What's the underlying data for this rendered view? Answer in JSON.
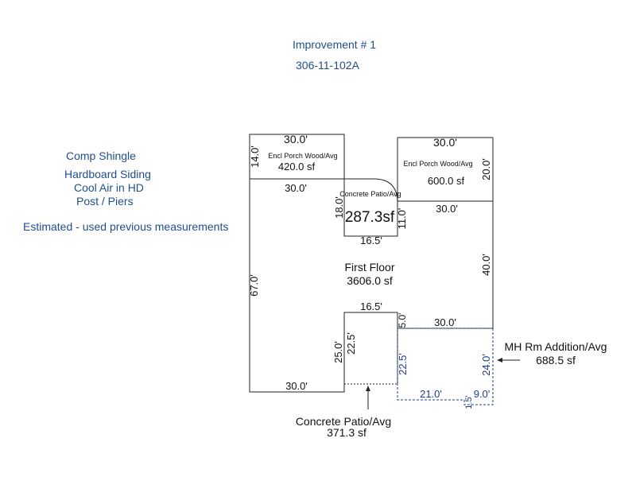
{
  "header": {
    "title": "Improvement # 1",
    "parcel_id": "306-11-102A"
  },
  "notes": {
    "roof": "Comp Shingle",
    "siding": "Hardboard Siding",
    "hvac": "Cool Air in HD",
    "foundation": "Post / Piers",
    "estimate": "Estimated - used previous measurements"
  },
  "colors": {
    "note_text": "#1f4e8c",
    "outline": "#222222",
    "mh_outline": "#1f3c88",
    "mh_dim_text": "#1f3c88"
  },
  "areas": {
    "porch_left": {
      "label": "Encl Porch Wood/Avg",
      "area": "420.0 sf",
      "dim_top": "30.0'",
      "dim_left": "14.0'",
      "dim_bottom": "30.0'"
    },
    "porch_right": {
      "label": "Encl Porch Wood/Avg",
      "area": "600.0 sf",
      "dim_top": "30.0'",
      "dim_right": "20.0'",
      "dim_bottom": "30.0'"
    },
    "patio_top": {
      "label": "Concrete Patio/Avg",
      "area": "287.3sf",
      "dim_left": "18.0'",
      "dim_right": "11.0'",
      "dim_bottom": "16.5'"
    },
    "first_floor": {
      "label": "First Floor",
      "area": "3606.0 sf",
      "dim_left": "67.0'",
      "dim_right": "40.0'",
      "dim_bottom": "30.0'",
      "dim_inner_top": "16.5'",
      "dim_inner_left": "25.0'",
      "dim_inner_right": "22.5'",
      "dim_notch": "5.0'",
      "dim_notch_bottom": "30.0'"
    },
    "mh_addition": {
      "label": "MH Rm Addition/Avg",
      "area": "688.5 sf",
      "dim_left": "22.5'",
      "dim_right": "24.0'",
      "dim_bottom_a": "21.0'",
      "dim_bottom_b": "9.0'",
      "dim_step": "1.5'"
    },
    "patio_bottom": {
      "label": "Concrete Patio/Avg",
      "area": "371.3 sf"
    }
  }
}
